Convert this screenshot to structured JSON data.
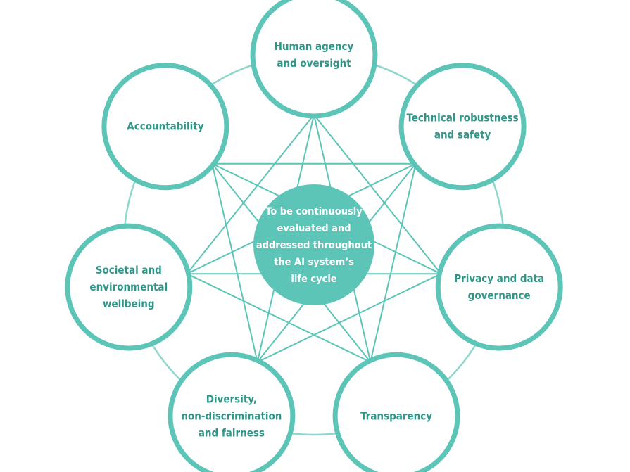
{
  "colors": {
    "accent": "#5cc5b8",
    "ring_line": "#8fd6cd",
    "text": "#2f9688",
    "center_text": "#ffffff",
    "node_fill": "#ffffff"
  },
  "center": {
    "lines": [
      "To be continuously",
      "evaluated and",
      "addressed throughout",
      "the AI system’s",
      "life cycle"
    ]
  },
  "nodes": [
    {
      "id": "human-agency",
      "lines": [
        "Human agency",
        "and oversight"
      ]
    },
    {
      "id": "technical-robustness",
      "lines": [
        "Technical robustness",
        "and safety"
      ]
    },
    {
      "id": "privacy",
      "lines": [
        "Privacy and data",
        "governance"
      ]
    },
    {
      "id": "transparency",
      "lines": [
        "Transparency"
      ]
    },
    {
      "id": "diversity",
      "lines": [
        "Diversity,",
        "non-discrimination",
        "and fairness"
      ]
    },
    {
      "id": "societal",
      "lines": [
        "Societal and",
        "environmental",
        "wellbeing"
      ]
    },
    {
      "id": "accountability",
      "lines": [
        "Accountability"
      ]
    }
  ]
}
